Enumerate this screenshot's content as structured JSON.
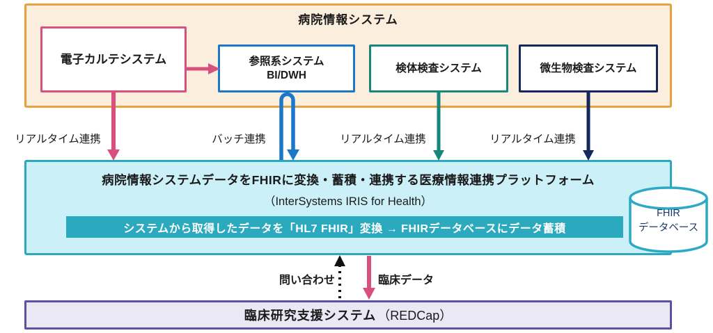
{
  "colors": {
    "outer_border": "#E9A23B",
    "outer_fill": "#FBEEDC",
    "pink": "#D8517E",
    "blue": "#1B78C8",
    "teal_green": "#17867B",
    "navy": "#13295B",
    "platform_border": "#2BA8BD",
    "platform_fill": "#CBF0F8",
    "bar_fill": "#2BAABF",
    "purple_border": "#5C50A0",
    "purple_fill": "#EAE8F4",
    "cylinder_stroke": "#2AAAC5",
    "db_text": "#1F3864"
  },
  "hospital_system": {
    "title": "病院情報システム",
    "systems": {
      "emr": {
        "label": "電子カルテシステム"
      },
      "bi": {
        "line1": "参照系システム",
        "line2": "BI/DWH"
      },
      "lab": {
        "label": "検体検査システム"
      },
      "micro": {
        "label": "微生物検査システム"
      }
    }
  },
  "flow_labels": [
    {
      "label": "リアルタイム連携"
    },
    {
      "label": "バッチ連携"
    },
    {
      "label": "リアルタイム連携"
    },
    {
      "label": "リアルタイム連携"
    }
  ],
  "platform": {
    "title": "病院情報システムデータをFHIRに変換・蓄積・連携する医療情報連携プラットフォーム",
    "subtitle": "（InterSystems IRIS for Health）",
    "process_bar": "システムから取得したデータを「HL7 FHIR」変換 → FHIRデータベースにデータ蓄積"
  },
  "database": {
    "line1": "FHIR",
    "line2": "データベース"
  },
  "bottom_flows": {
    "query": "問い合わせ",
    "clinical_data": "臨床データ"
  },
  "redcap": {
    "title": "臨床研究支援システム",
    "suffix": "（REDCap）"
  }
}
